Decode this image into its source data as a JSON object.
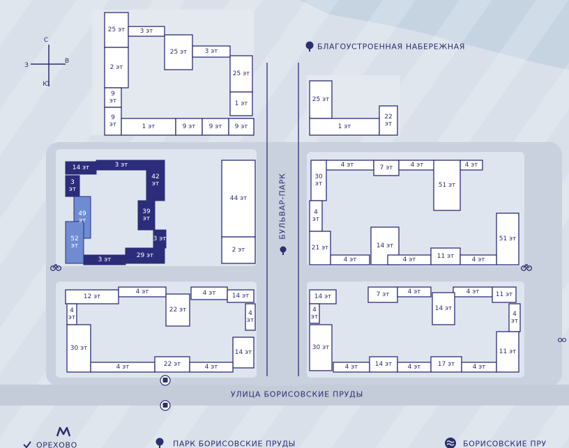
{
  "compass": {
    "north": "С",
    "south": "Ю",
    "east": "В",
    "west": "З"
  },
  "streets": {
    "main": "УЛИЦА БОРИСОВСКИЕ ПРУДЫ",
    "boulevard": "БУЛЬВАР-ПАРК"
  },
  "pois": {
    "embankment": "БЛАГОУСТРОЕННАЯ НАБЕРЕЖНАЯ",
    "park": "ПАРК БОРИСОВСКИЕ ПРУДЫ",
    "ponds": "БОРИСОВСКИЕ ПРУ",
    "metro": "ОРЕХОВО"
  },
  "buildings": {
    "nw": {
      "a": "25 эт",
      "b": "3 эт",
      "c": "25 эт",
      "d": "3 эт",
      "e": "25 эт",
      "f": "2 эт",
      "g": "9 эт",
      "h": "1 эт",
      "i": "9 эт",
      "j": "1 эт",
      "k": "9 эт",
      "l": "9 эт",
      "m": "9 эт"
    },
    "ne": {
      "a": "25 эт",
      "b": "1 эт",
      "c": "22 эт"
    },
    "w": {
      "a": "14 эт",
      "b": "3 эт",
      "c": "42 эт",
      "d": "3 эт",
      "e": "39 эт",
      "f": "49 эт",
      "g": "52 эт",
      "h": "3 эт",
      "i": "3 эт",
      "j": "29 эт"
    },
    "c": {
      "a": "44 эт",
      "b": "2 эт"
    },
    "e": {
      "a": "4 эт",
      "b": "7 эт",
      "c": "4 эт",
      "d": "4 эт",
      "e": "30 эт",
      "f": "51 эт",
      "g": "4 эт",
      "h": "51 эт",
      "i": "21 эт",
      "j": "14 эт",
      "k": "4 эт",
      "l": "4 эт",
      "m": "11 эт",
      "n": "4 эт"
    },
    "sw": {
      "a": "12 эт",
      "b": "4 эт",
      "c": "4 эт",
      "d": "14 эт",
      "e": "22 эт",
      "f": "4 эт",
      "g": "4 эт",
      "h": "30 эт",
      "i": "14 эт",
      "j": "4 эт",
      "k": "22 эт",
      "l": "4 эт"
    },
    "se": {
      "a": "14 эт",
      "b": "7 эт",
      "c": "4 эт",
      "d": "4 эт",
      "e": "11 эт",
      "f": "4 эт",
      "g": "14 эт",
      "h": "4 эт",
      "i": "30 эт",
      "j": "4 эт",
      "k": "14 эт",
      "l": "4 эт",
      "m": "17 эт",
      "n": "4 эт",
      "o": "11 эт"
    }
  },
  "colors": {
    "background": "#d9e0ea",
    "water": "#c6d4e2",
    "road": "#c4ccda",
    "navy": "#2b2d7a",
    "blue": "#6f8cd3",
    "text": "#2a2f6d"
  },
  "icons": [
    "tree-icon",
    "bike-icon",
    "bus-icon",
    "metro-icon",
    "water-icon",
    "compass-icon"
  ]
}
